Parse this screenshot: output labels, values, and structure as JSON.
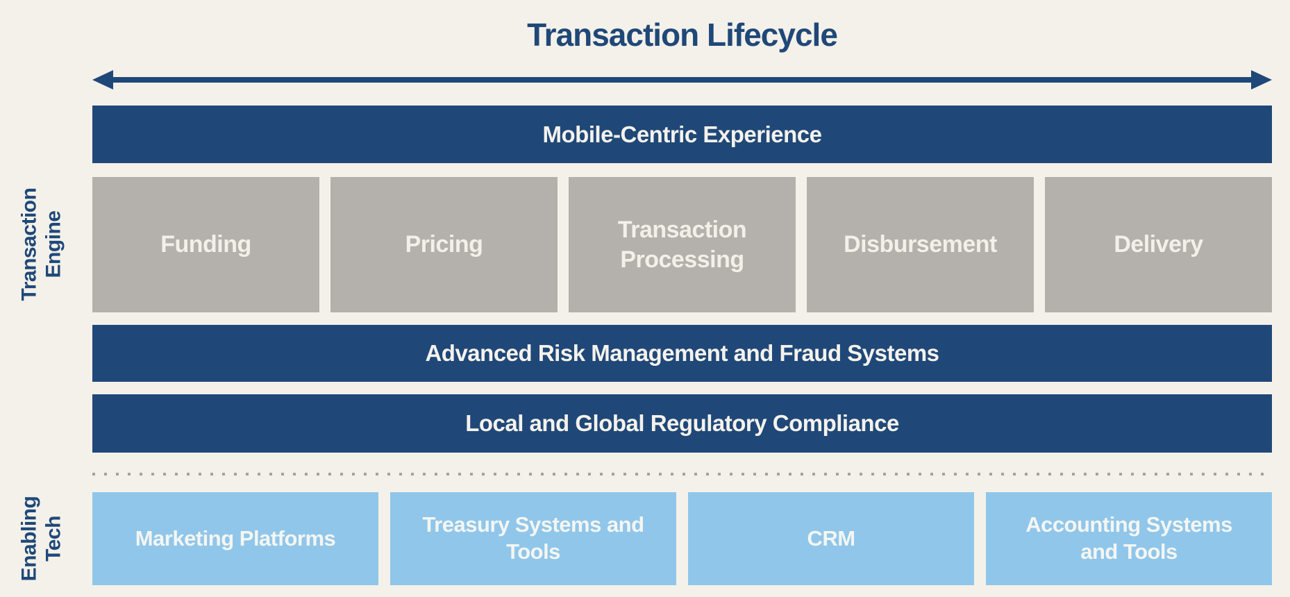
{
  "title": "Transaction Lifecycle",
  "side_labels": {
    "transaction_engine": "Transaction\nEngine",
    "enabling_tech": "Enabling\nTech"
  },
  "bars": {
    "mobile": "Mobile-Centric Experience",
    "risk": "Advanced Risk Management and Fraud Systems",
    "compliance": "Local and Global Regulatory Compliance"
  },
  "lifecycle_stages": [
    "Funding",
    "Pricing",
    "Transaction Processing",
    "Disbursement",
    "Delivery"
  ],
  "enabling_tech_tools": [
    "Marketing Platforms",
    "Treasury Systems and Tools",
    "CRM",
    "Accounting Systems and Tools"
  ],
  "colors": {
    "navy": "#1F4878",
    "stage_gray": "#B4B1AC",
    "tool_light_blue": "#90C6EA",
    "background_cream": "#F4F1EA",
    "divider_dot_gray": "#A5A29C"
  }
}
